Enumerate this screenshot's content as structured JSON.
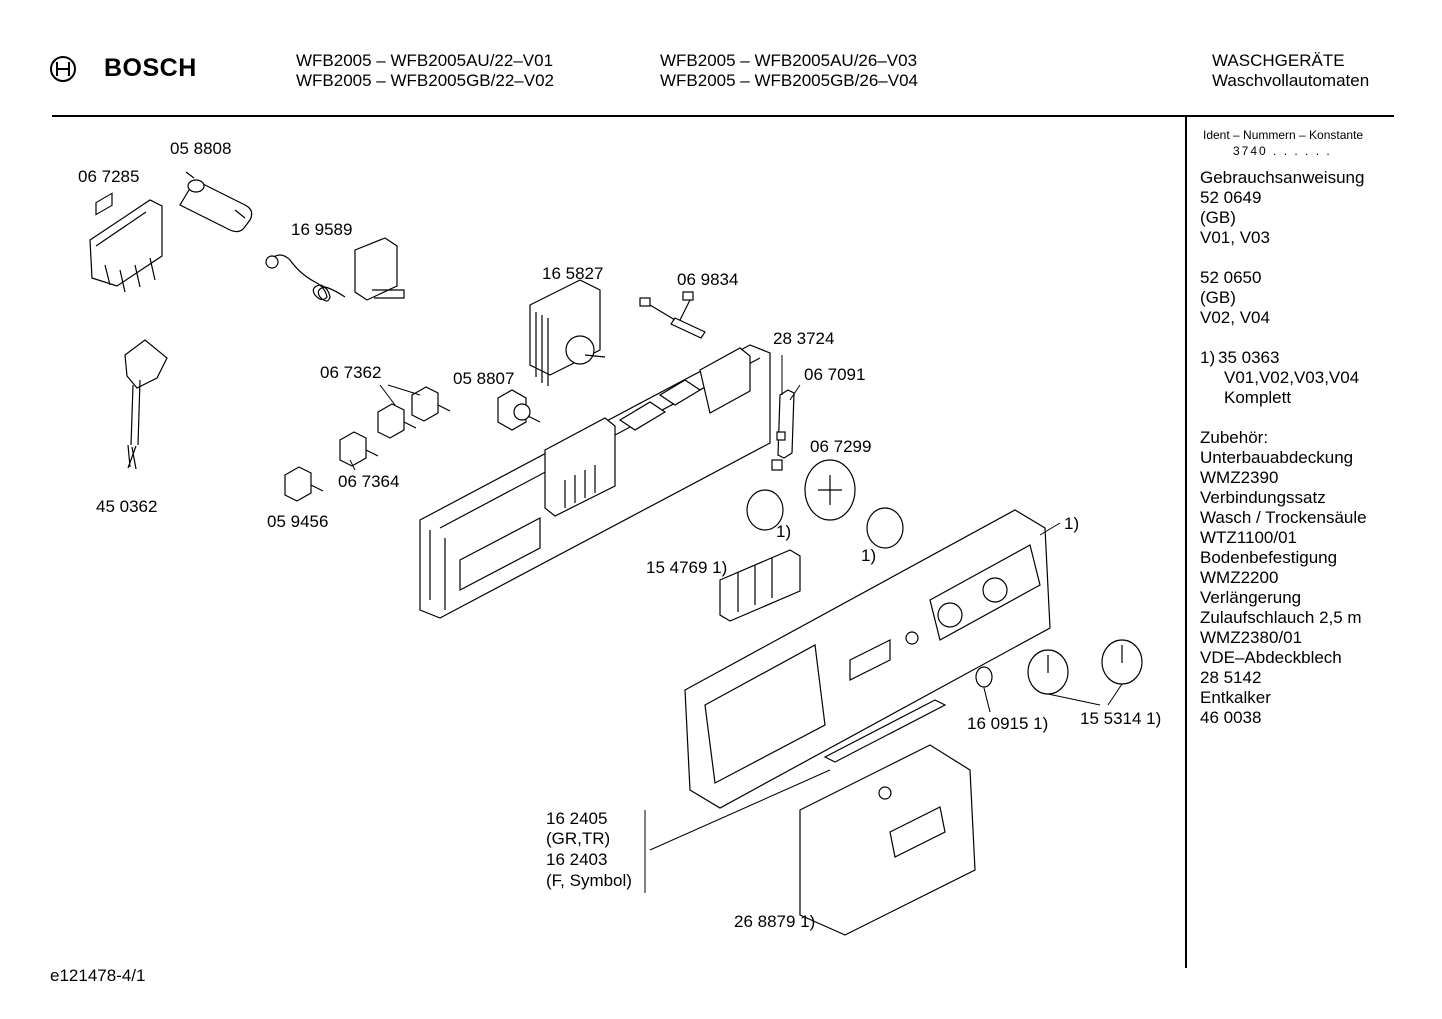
{
  "header": {
    "brand": "BOSCH",
    "models_col1": [
      "WFB2005 – WFB2005AU/22–V01",
      "WFB2005 – WFB2005GB/22–V02"
    ],
    "models_col2": [
      "WFB2005 – WFB2005AU/26–V03",
      "WFB2005 – WFB2005GB/26–V04"
    ],
    "category": [
      "WASCHGERÄTE",
      "Waschvollautomaten"
    ]
  },
  "sidebar": {
    "ident_title": "Ident – Nummern – Konstante",
    "ident_value": "3740 . . . . . .",
    "lines": [
      "Gebrauchsanweisung",
      "52 0649",
      "(GB)",
      "V01, V03",
      "",
      "52 0650",
      "(GB)",
      "V02, V04",
      ""
    ],
    "note": {
      "num": "1)",
      "lines": [
        "35 0363",
        "V01,V02,V03,V04",
        "Komplett"
      ]
    },
    "accessories": [
      "Zubehör:",
      "Unterbauabdeckung",
      "WMZ2390",
      "Verbindungssatz",
      "Wasch / Trockensäule",
      "WTZ1100/01",
      "Bodenbefestigung",
      "WMZ2200",
      "Verlängerung",
      "Zulaufschlauch 2,5 m",
      "WMZ2380/01",
      "VDE–Abdeckblech",
      "28 5142",
      "Entkalker",
      "46 0038"
    ]
  },
  "parts": {
    "p058808": "05 8808",
    "p067285": "06 7285",
    "p169589": "16 9589",
    "p165827": "16 5827",
    "p069834": "06 9834",
    "p283724": "28 3724",
    "p067091": "06 7091",
    "p067362": "06 7362",
    "p058807": "05 8807",
    "p067299": "06 7299",
    "p067364": "06 7364",
    "p450362": "45 0362",
    "p059456": "05 9456",
    "p154769": "15 4769 1)",
    "note1a": "1)",
    "note1b": "1)",
    "note1c": "1)",
    "p160915": "16 0915 1)",
    "p155314": "15 5314 1)",
    "p162405": "16 2405",
    "grtr": "(GR,TR)",
    "p162403": "16 2403",
    "fsym": "(F, Symbol)",
    "p268879": "26 8879 1)"
  },
  "footer": {
    "code": "e121478-4/1"
  }
}
